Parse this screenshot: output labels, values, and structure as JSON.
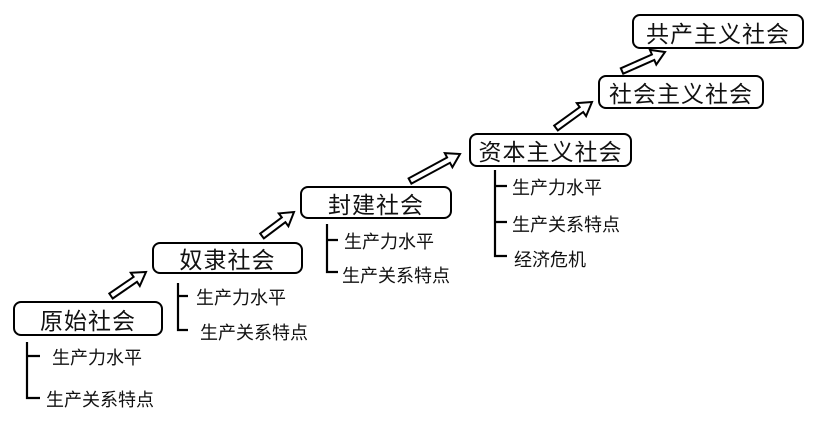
{
  "stages": [
    {
      "id": "primitive",
      "name": "原始社会",
      "attributes": [
        "生产力水平",
        "生产关系特点"
      ]
    },
    {
      "id": "slave",
      "name": "奴隶社会",
      "attributes": [
        "生产力水平",
        "生产关系特点"
      ]
    },
    {
      "id": "feudal",
      "name": "封建社会",
      "attributes": [
        "生产力水平",
        "生产关系特点"
      ]
    },
    {
      "id": "capitalist",
      "name": "资本主义社会",
      "attributes": [
        "生产力水平",
        "生产关系特点",
        "经济危机"
      ]
    },
    {
      "id": "socialist",
      "name": "社会主义社会",
      "attributes": []
    },
    {
      "id": "communist",
      "name": "共产主义社会",
      "attributes": []
    }
  ]
}
